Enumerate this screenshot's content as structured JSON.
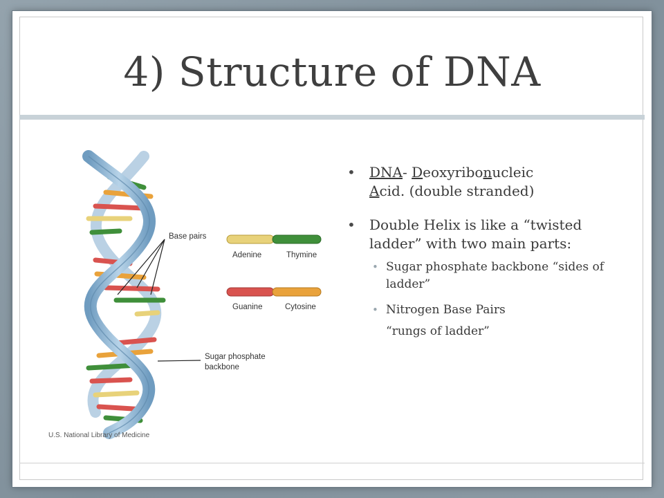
{
  "slide": {
    "title": "4) Structure of DNA"
  },
  "figure": {
    "labels": {
      "base_pairs": "Base pairs",
      "adenine": "Adenine",
      "thymine": "Thymine",
      "guanine": "Guanine",
      "cytosine": "Cytosine",
      "backbone_line1": "Sugar phosphate",
      "backbone_line2": "backbone",
      "credit": "U.S. National Library of Medicine"
    },
    "colors": {
      "adenine": "#e8d27a",
      "thymine": "#3f8f3a",
      "guanine": "#d9534f",
      "cytosine": "#e9a23b",
      "backbone": "#8fb8d8"
    }
  },
  "bullets": {
    "b1": {
      "p1": "DNA",
      "p2": "- ",
      "p3": "D",
      "p4": "eoxyribo",
      "p5": "n",
      "p6": "ucleic",
      "p7": "A",
      "p8": "cid. (double stranded)"
    },
    "b2": {
      "text": "Double Helix is like a “twisted ladder” with two main parts:"
    },
    "sub1": "Sugar phosphate backbone “sides of ladder”",
    "sub2": "Nitrogen Base Pairs",
    "sub2_cont": "“rungs of ladder”"
  }
}
